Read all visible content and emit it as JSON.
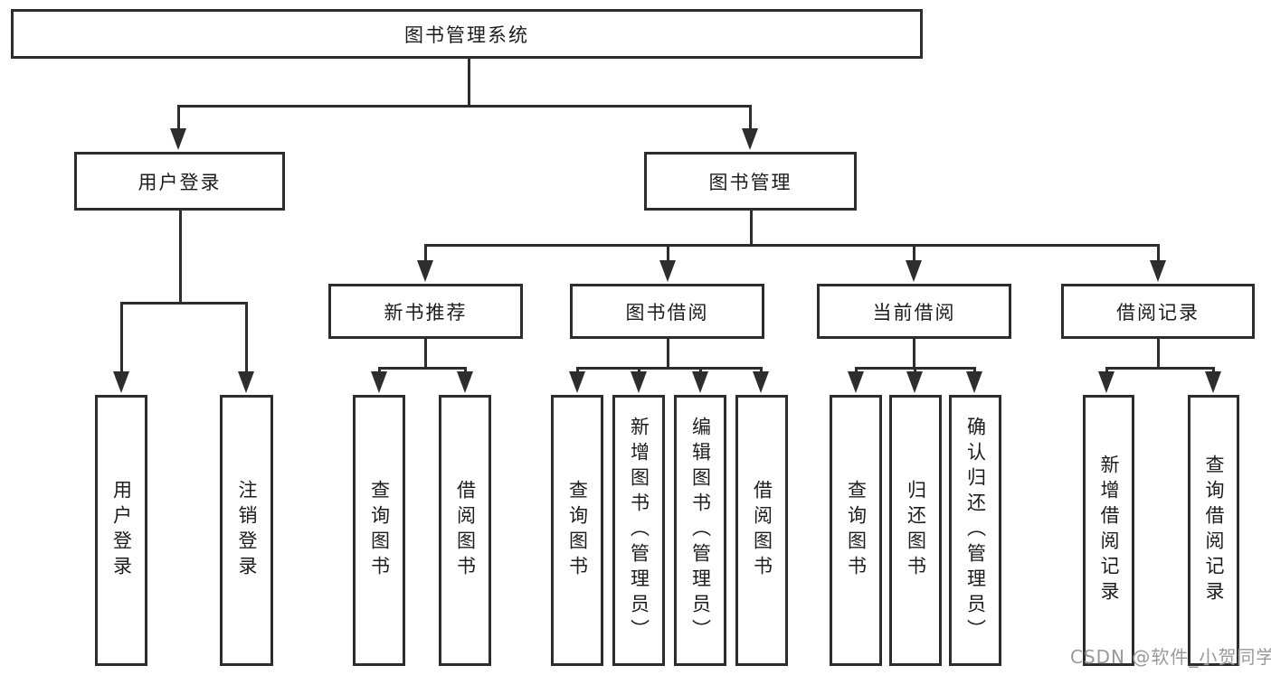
{
  "tree": {
    "root": "图书管理系统",
    "login": {
      "label": "用户登录",
      "children": [
        "用户登录",
        "注销登录"
      ]
    },
    "management": {
      "label": "图书管理",
      "sections": [
        {
          "label": "新书推荐",
          "children": [
            "查询图书",
            "借阅图书"
          ]
        },
        {
          "label": "图书借阅",
          "children": [
            "查询图书",
            "新增图书（管理员）",
            "编辑图书（管理员）",
            "借阅图书"
          ]
        },
        {
          "label": "当前借阅",
          "children": [
            "查询图书",
            "归还图书",
            "确认归还（管理员）"
          ]
        },
        {
          "label": "借阅记录",
          "children": [
            "新增借阅记录",
            "查询借阅记录"
          ]
        }
      ]
    }
  },
  "watermark": {
    "text": "CSDN @软件_小贺同学"
  },
  "colors": {
    "line": "#2d2d2d",
    "text": "#1c1c1c",
    "watermark": "#999999",
    "background": "#ffffff"
  }
}
